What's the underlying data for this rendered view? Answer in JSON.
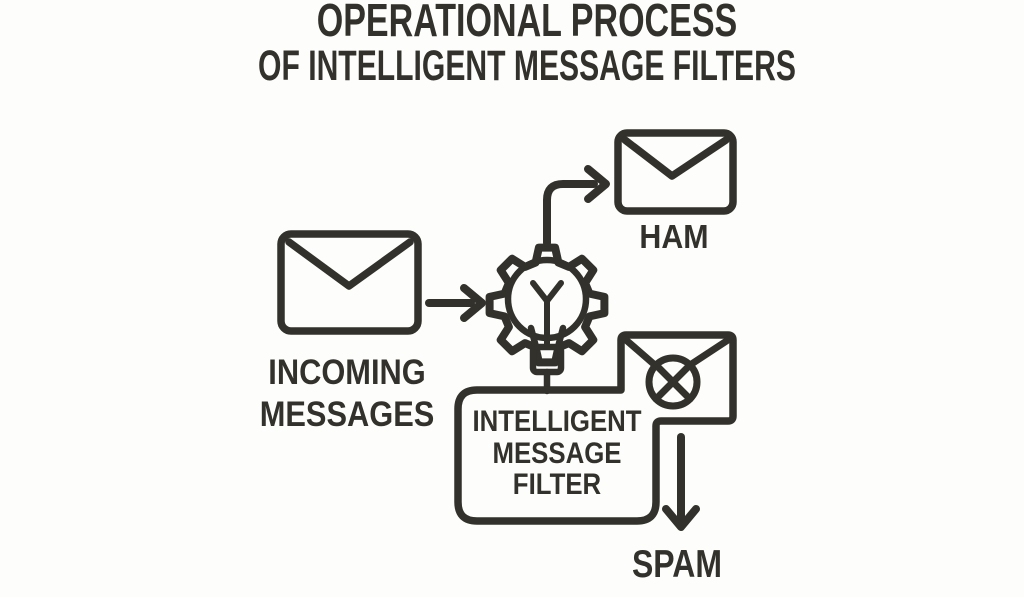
{
  "title": {
    "line1": "OPERATIONAL PROCESS",
    "line2": "OF INTELLIGENT MESSAGE FILTERS"
  },
  "nodes": {
    "incoming": {
      "line1": "INCOMING",
      "line2": "MESSAGES"
    },
    "ham": {
      "label": "HAM"
    },
    "spam": {
      "label": "SPAM"
    },
    "filter": {
      "line1": "INTELLIGENT",
      "line2": "MESSAGE",
      "line3": "FILTER"
    }
  },
  "icons": {
    "incoming": "envelope-icon",
    "ham": "envelope-icon",
    "spam": "envelope-blocked-icon",
    "processor": "gear-lightbulb-icon",
    "flow": [
      "arrow-right-icon",
      "arrow-up-right-icon",
      "arrow-down-icon"
    ]
  },
  "colors": {
    "ink": "#33312b",
    "background": "#fdfdfc"
  }
}
